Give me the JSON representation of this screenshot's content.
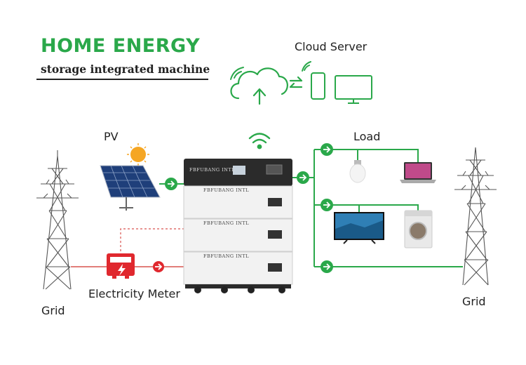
{
  "title": "HOME ENERGY",
  "subtitle": "storage integrated machine",
  "labels": {
    "cloud_server": "Cloud Server",
    "pv": "PV",
    "load": "Load",
    "grid_left": "Grid",
    "grid_right": "Grid",
    "electricity_meter": "Electricity Meter"
  },
  "battery": {
    "brand_top": "FBFUBANG INTL",
    "brand_modules": [
      "FBFUBANG INTL",
      "FBFUBANG INTL",
      "FBFUBANG INTL"
    ]
  },
  "colors": {
    "accent_green": "#2aa84a",
    "meter_red": "#e0282e",
    "grid_line_red": "#d9534f",
    "cabinet_dark": "#2b2b2b",
    "module_white": "#f2f2f2"
  },
  "icons": [
    "cloud-upload-icon",
    "wifi-icon",
    "smartphone-icon",
    "monitor-icon",
    "sun-icon",
    "arrow-right-icon",
    "lightbulb-icon",
    "laptop-icon",
    "tv-icon",
    "washing-machine-icon",
    "electric-meter-icon",
    "transmission-tower-icon"
  ]
}
